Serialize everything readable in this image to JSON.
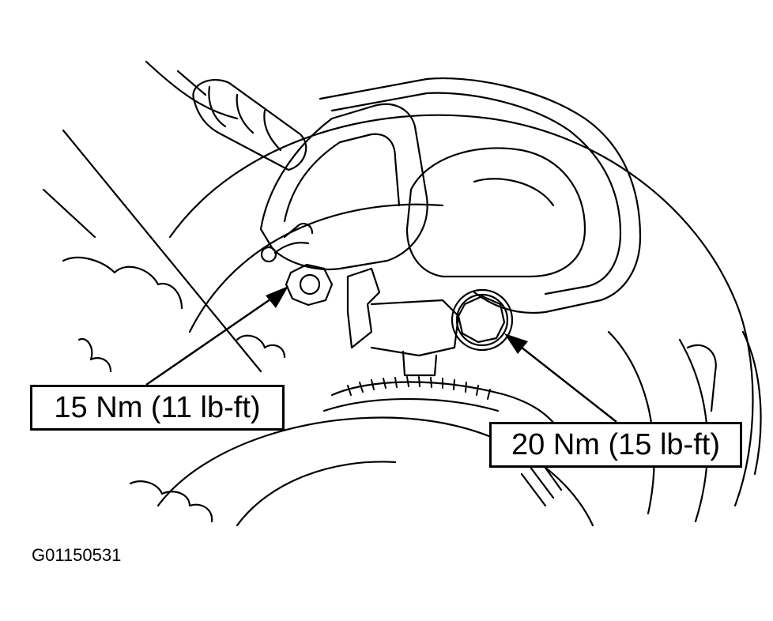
{
  "callouts": {
    "left_torque": "15 Nm (11 lb-ft)",
    "right_torque": "20 Nm (15 lb-ft)"
  },
  "figure": {
    "code": "G01150531"
  },
  "colors": {
    "line": "#000000",
    "background": "#ffffff"
  }
}
